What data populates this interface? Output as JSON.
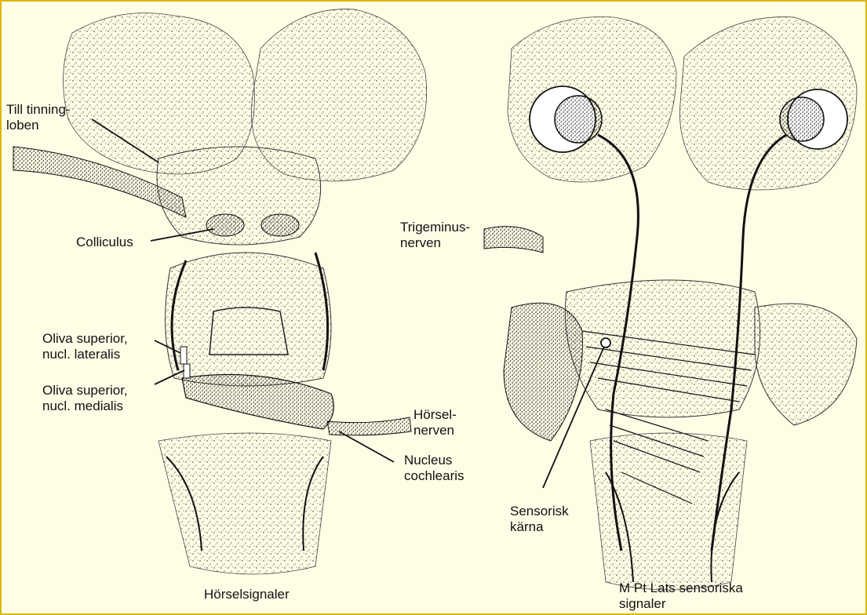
{
  "left_panel": {
    "labels": {
      "till_tinningloben": "Till tinning-\nloben",
      "colliculus": "Colliculus",
      "oliva_lateralis": "Oliva superior,\nnucl. lateralis",
      "oliva_medialis": "Oliva superior,\nnucl. medialis",
      "horselnerven": "Hörsel-\nnerven",
      "nucleus_cochlearis": "Nucleus\ncochlearis"
    },
    "caption": "Hörselsignaler"
  },
  "right_panel": {
    "labels": {
      "trigeminusnerven": "Trigeminus-\nnerven",
      "sensorisk_karna": "Sensorisk\nkärna"
    },
    "caption": "M Pt Lats sensoriska\nsignaler"
  },
  "colors": {
    "background": "#fffde6",
    "border": "#d9b800",
    "ink": "#111111"
  }
}
